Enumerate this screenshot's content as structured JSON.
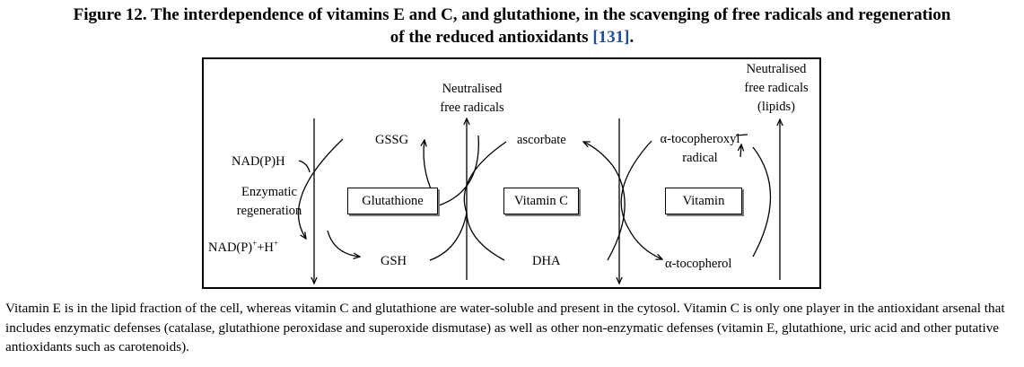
{
  "figure": {
    "title_main": "Figure 12. The interdependence of vitamins E and C, and glutathione, in the scavenging of free radicals and regeneration",
    "title_second": "of the reduced antioxidants ",
    "title_ref": "[131]",
    "title_end": "."
  },
  "diagram": {
    "neutralised_free_radicals": [
      "Neutralised",
      "free radicals"
    ],
    "neutralised_free_radicals_lipids": [
      "Neutralised",
      "free radicals",
      "(lipids)"
    ],
    "nadph": "NAD(P)H",
    "enzymatic_regeneration": [
      "Enzymatic",
      "regeneration"
    ],
    "nadp_plus": "NAD(P)",
    "nadp_plus_sup": "+",
    "nadp_h": "+H",
    "nadp_h_sup": "+",
    "gssg": "GSSG",
    "gsh": "GSH",
    "ascorbate": "ascorbate",
    "dha": "DHA",
    "tocopheroxyl": [
      "α-tocopheroxyl",
      "radical"
    ],
    "tocopherol": "α-tocopherol",
    "boxes": {
      "glutathione": "Glutathione",
      "vitamin_c": "Vitamin C",
      "vitamin": "Vitamin"
    }
  },
  "caption": "Vitamin E is in the lipid fraction of the cell, whereas vitamin C and glutathione are water-soluble and present in the cytosol. Vitamin C is only one player in the antioxidant arsenal that includes enzymatic defenses (catalase, glutathione peroxidase and superoxide dismutase) as well as other non-enzymatic defenses (vitamin E, glutathione, uric acid and other putative antioxidants such as carotenoids)."
}
